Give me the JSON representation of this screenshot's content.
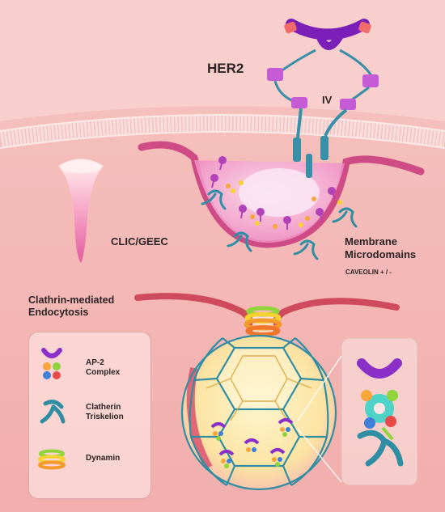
{
  "labels": {
    "her2": "HER2",
    "domain_iv": "IV",
    "clic_geec": "CLIC/GEEC",
    "membrane_line1": "Membrane",
    "membrane_line2": "Microdomains",
    "caveolin": "CAVEOLIN + / -",
    "clathrin_line1": "Clathrin-mediated",
    "clathrin_line2": "Endocytosis"
  },
  "legend": {
    "ap2_line1": "AP-2",
    "ap2_line2": "Complex",
    "triskelion_line1": "Clatherin",
    "triskelion_line2": "Triskelion",
    "dynamin": "Dynamin"
  },
  "colors": {
    "background": "#f3b9b6",
    "cytoplasm": "#f2aaa7",
    "membrane": "#f7cfcc",
    "receptor_purple": "#8b2fc9",
    "receptor_teal": "#3a8fa8",
    "clathrin_teal": "#2f8ea3",
    "dynamin_green": "#8fd43a",
    "dynamin_orange": "#f39a2b",
    "vesicle_yellow": "#fbe6a0",
    "magenta": "#e04aa8"
  }
}
